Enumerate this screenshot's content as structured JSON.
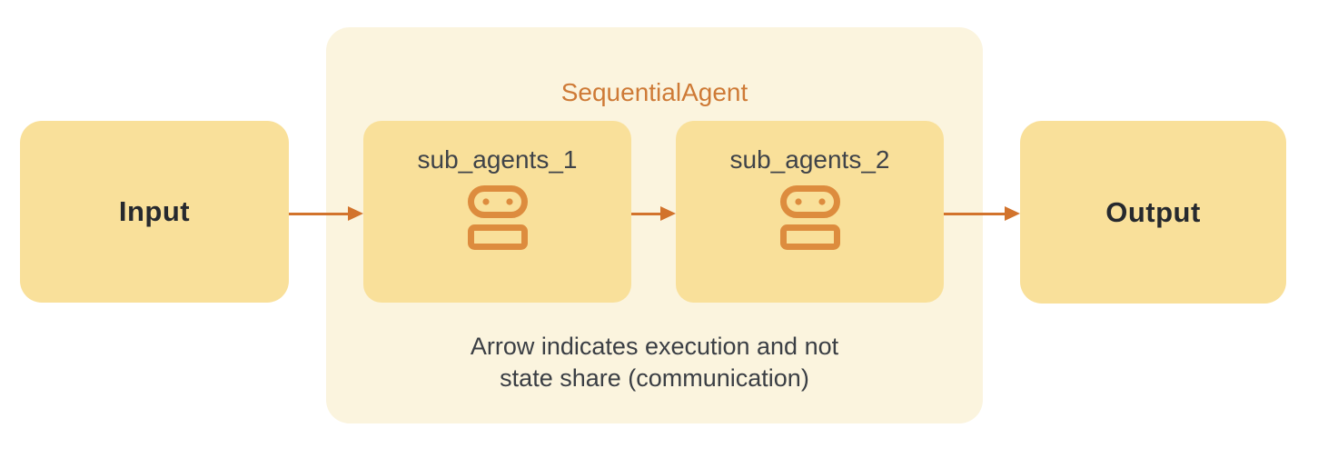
{
  "colors": {
    "node_fill": "#F9E09A",
    "container_fill": "#FBF4DE",
    "accent_orange": "#CE7A36",
    "arrow_orange": "#D2732C",
    "icon_orange": "#DD8C3E",
    "title_dark": "#26292E",
    "label_dark": "#3F4349",
    "note_dark": "#3A3E44"
  },
  "diagram": {
    "input_label": "Input",
    "output_label": "Output",
    "container_title": "SequentialAgent",
    "sub_agents": [
      {
        "label": "sub_agents_1",
        "icon": "robot-icon"
      },
      {
        "label": "sub_agents_2",
        "icon": "robot-icon"
      }
    ],
    "note_line1": "Arrow indicates execution and not",
    "note_line2": "state share (communication)"
  }
}
